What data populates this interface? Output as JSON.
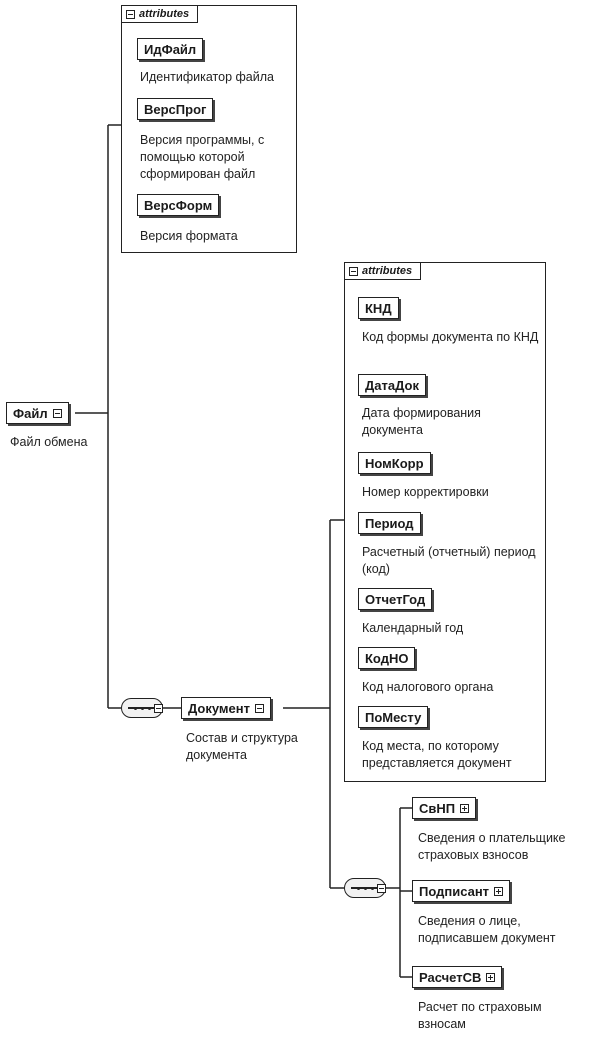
{
  "root": {
    "name": "Файл",
    "desc": "Файл обмена"
  },
  "file_attributes": {
    "header": "attributes",
    "items": [
      {
        "name": "ИдФайл",
        "desc": "Идентификатор файла"
      },
      {
        "name": "ВерсПрог",
        "desc": "Версия программы, с помощью которой сформирован файл"
      },
      {
        "name": "ВерсФорм",
        "desc": "Версия формата"
      }
    ]
  },
  "document": {
    "name": "Документ",
    "desc": "Состав и структура документа"
  },
  "document_attributes": {
    "header": "attributes",
    "items": [
      {
        "name": "КНД",
        "desc": "Код формы документа по КНД"
      },
      {
        "name": "ДатаДок",
        "desc": "Дата формирования документа"
      },
      {
        "name": "НомКорр",
        "desc": "Номер корректировки"
      },
      {
        "name": "Период",
        "desc": "Расчетный (отчетный) период (код)"
      },
      {
        "name": "ОтчетГод",
        "desc": "Календарный год"
      },
      {
        "name": "КодНО",
        "desc": "Код налогового органа"
      },
      {
        "name": "ПоМесту",
        "desc": "Код места, по которому представляется документ"
      }
    ]
  },
  "document_children": [
    {
      "name": "СвНП",
      "desc": "Сведения о плательщике страховых взносов"
    },
    {
      "name": "Подписант",
      "desc": "Сведения о лице, подписавшем документ"
    },
    {
      "name": "РасчетСВ",
      "desc": "Расчет по страховым взносам"
    }
  ]
}
